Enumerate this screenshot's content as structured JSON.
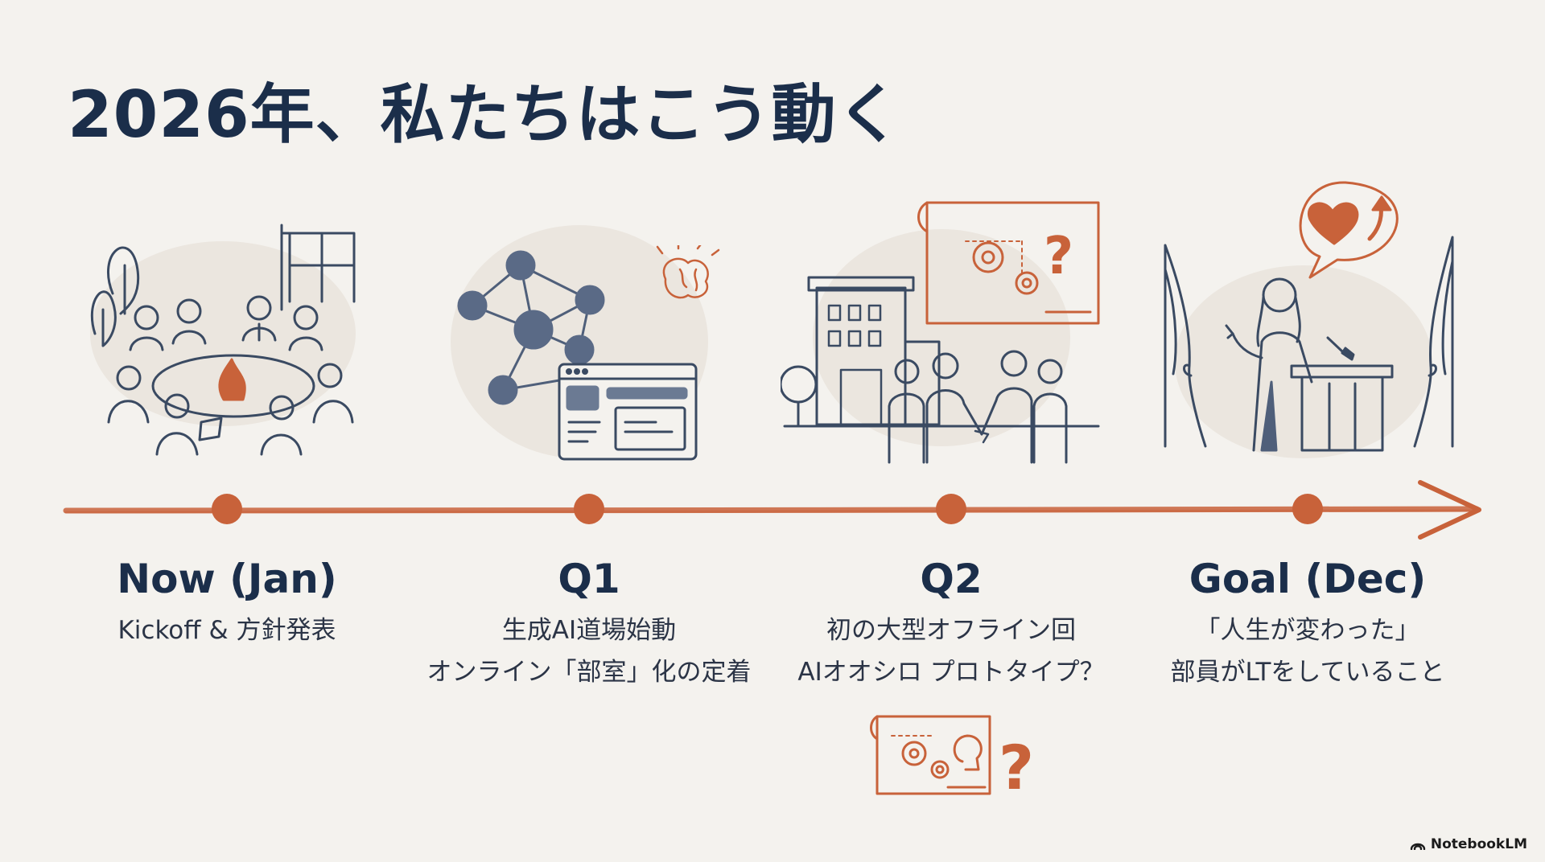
{
  "title": "2026年、私たちはこう動く",
  "milestones": [
    {
      "label": "Now (Jan)",
      "lines": [
        "Kickoff & 方針発表"
      ],
      "icon": "team-campfire-meeting-icon"
    },
    {
      "label": "Q1",
      "lines": [
        "生成AI道場始動",
        "オンライン「部室」化の定着"
      ],
      "icon": "network-brain-browser-icon"
    },
    {
      "label": "Q2",
      "lines": [
        "初の大型オフライン回",
        "AIオオシロ プロトタイプ？"
      ],
      "icon": "office-handshake-blueprint-icon"
    },
    {
      "label": "Goal (Dec)",
      "lines": [
        "「人生が変わった」",
        "部員がLTをしていること"
      ],
      "icon": "speaker-podium-heart-icon"
    }
  ],
  "brand": {
    "name": "NotebookLM",
    "icon": "notebooklm-logo-icon"
  },
  "colors": {
    "navy": "#1b2e4a",
    "orange": "#c8623a",
    "background": "#f4f2ee",
    "blob": "#ebe6df"
  }
}
